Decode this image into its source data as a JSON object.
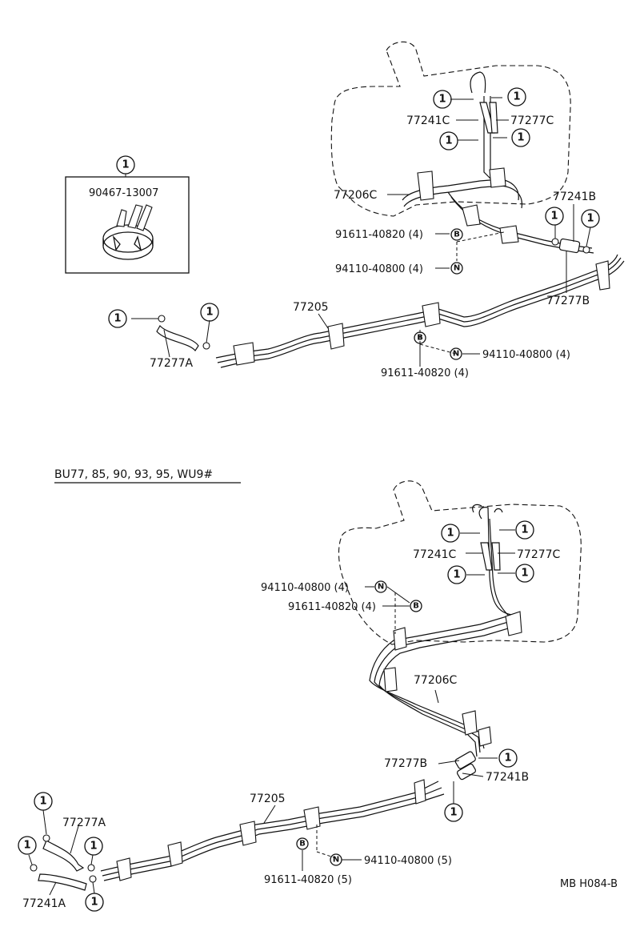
{
  "clip_detail": {
    "ref": "1",
    "part": "90467-13007"
  },
  "top": {
    "labels": {
      "hose_c1": "77241C",
      "hose_c2": "77277C",
      "tube_c": "77206C",
      "hose_b1": "77241B",
      "hose_b2": "77277B",
      "tube_main": "77205",
      "hose_a": "77277A",
      "bolt1": "91611-40820 (4)",
      "nut1": "94110-40800 (4)",
      "bolt2": "91611-40820 (4)",
      "nut2": "94110-40800 (4)"
    },
    "markers": {
      "clip": "1",
      "bolt": "B",
      "nut": "N"
    }
  },
  "section_title": "BU77, 85, 90, 93, 95, WU9#",
  "bottom": {
    "labels": {
      "hose_c1": "77241C",
      "hose_c2": "77277C",
      "nut1": "94110-40800 (4)",
      "bolt1": "91611-40820 (4)",
      "tube_c": "77206C",
      "hose_b2": "77277B",
      "hose_b1": "77241B",
      "tube_main": "77205",
      "hose_a": "77277A",
      "hose_a2": "77241A",
      "nut2": "94110-40800 (5)",
      "bolt2": "91611-40820 (5)"
    },
    "markers": {
      "clip": "1",
      "bolt": "B",
      "nut": "N"
    }
  },
  "drawing_code": "MB H084-B"
}
